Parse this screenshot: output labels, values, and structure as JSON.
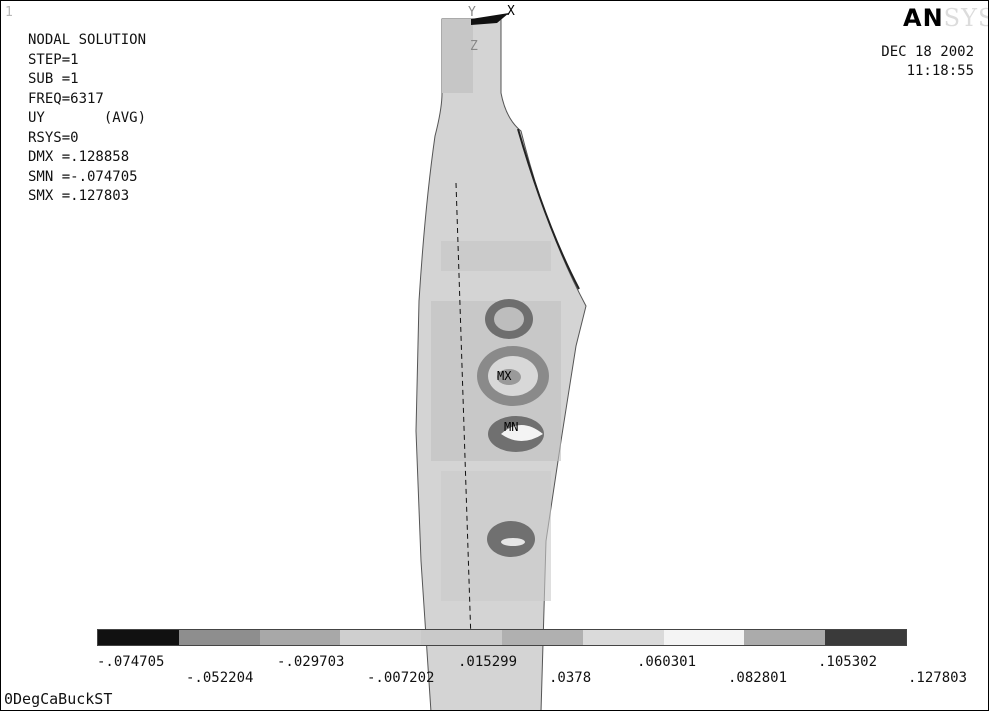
{
  "window_number": "1",
  "info": {
    "title": "NODAL SOLUTION",
    "step": "STEP=1",
    "sub": "SUB =1",
    "freq": "FREQ=6317",
    "uy": "UY       (AVG)",
    "rsys": "RSYS=0",
    "dmx": "DMX =.128858",
    "smn": "SMN =-.074705",
    "smx": "SMX =.127803"
  },
  "date": "DEC 18 2002",
  "time": "11:18:55",
  "logo": {
    "bold": "AN",
    "ghost": "SYS"
  },
  "axes": {
    "x": "X",
    "y": "Y",
    "z": "Z"
  },
  "markers": {
    "max": "MX",
    "min": "MN"
  },
  "legend": {
    "colors": [
      "#111111",
      "#8e8e8e",
      "#a8a8a8",
      "#cfcfcf",
      "#c9c9c9",
      "#b0b0b0",
      "#dadada",
      "#f4f4f4",
      "#ababab",
      "#3a3a3a"
    ],
    "ticks_top": [
      "-.074705",
      "-.029703",
      ".015299",
      ".060301",
      ".105302"
    ],
    "ticks_bottom": [
      "-.052204",
      "-.007202",
      ".0378",
      ".082801",
      ".127803"
    ]
  },
  "footer": "0DegCaBuckST"
}
